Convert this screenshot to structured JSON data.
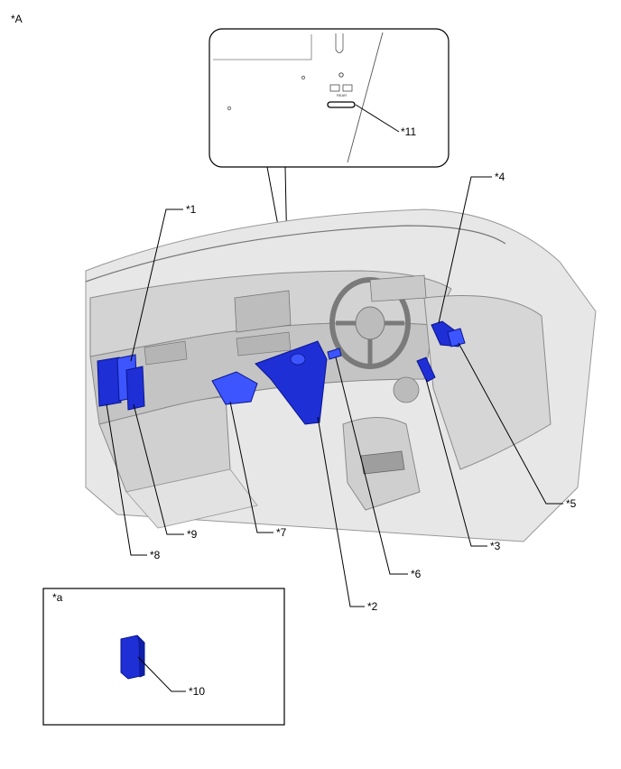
{
  "figure_label": "*A",
  "inset_label": "*a",
  "callouts": {
    "c1": "*1",
    "c2": "*2",
    "c3": "*3",
    "c4": "*4",
    "c5": "*5",
    "c6": "*6",
    "c7": "*7",
    "c8": "*8",
    "c9": "*9",
    "c10": "*10",
    "c11": "*11"
  },
  "detail_text": "REAR",
  "colors": {
    "highlight_part": "#1e2fd6",
    "interior_gray": "#d9d9d9",
    "line": "#000000"
  }
}
